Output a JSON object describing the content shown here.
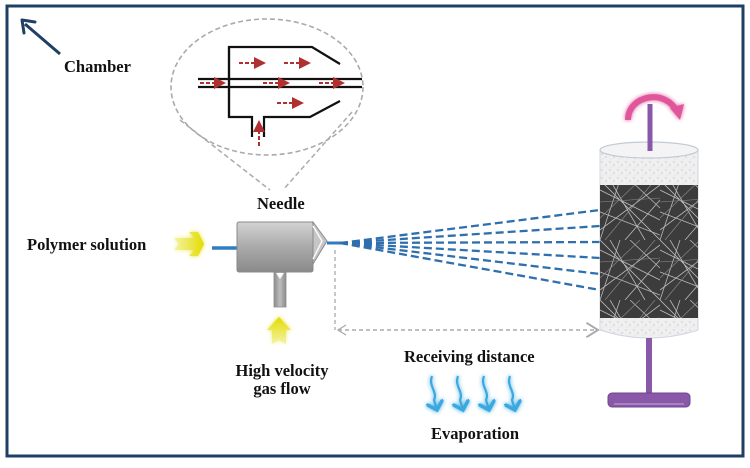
{
  "diagram": {
    "title": "Solution blow spinning setup",
    "labels": {
      "chamber": "Chamber",
      "needle": "Needle",
      "polymer_solution": "Polymer solution",
      "gas_flow_line1": "High velocity",
      "gas_flow_line2": "gas flow",
      "receiving_distance": "Receiving distance",
      "evaporation": "Evaporation"
    },
    "components": [
      {
        "id": "chamber",
        "kind": "enclosure-frame"
      },
      {
        "id": "needle-inset",
        "kind": "magnified-cross-section",
        "flow_arrows": 7
      },
      {
        "id": "needle",
        "kind": "coaxial-nozzle"
      },
      {
        "id": "polymer-inlet-arrow",
        "kind": "arrow",
        "direction": "right"
      },
      {
        "id": "gas-inlet-arrow",
        "kind": "arrow",
        "direction": "up"
      },
      {
        "id": "fiber-jets",
        "kind": "dashed-fan",
        "count": 6
      },
      {
        "id": "collector",
        "kind": "rotating-drum-collector",
        "rotation": "clockwise"
      },
      {
        "id": "receiving-distance",
        "kind": "double-arrow-dimension"
      },
      {
        "id": "evaporation-arrows",
        "kind": "wavy-arrows",
        "count": 4
      }
    ],
    "colors": {
      "frame": "#1f3f64",
      "flow_arrow": "#b03030",
      "jet": "#2f6fae",
      "inlet_arrow": "#e6e000",
      "needle_body": "#a9a9a9",
      "rotation_arrow": "#e0579a",
      "collector_stand": "#8a58a8",
      "evaporation": "#3aa8e0",
      "guide_dash": "#aaaaaa"
    }
  }
}
